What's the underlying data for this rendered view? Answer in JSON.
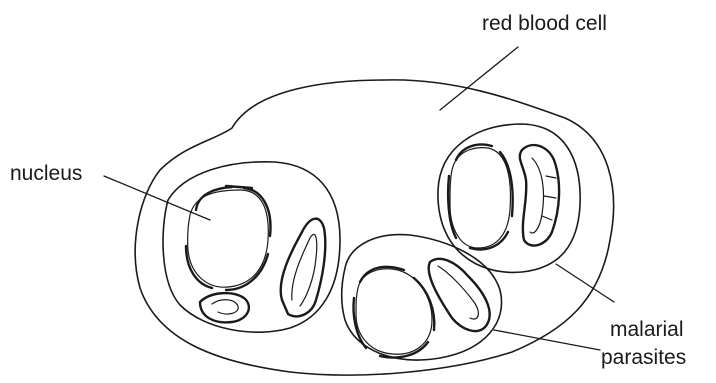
{
  "labels": {
    "red_blood_cell": "red blood cell",
    "nucleus": "nucleus",
    "malarial_line1": "malarial",
    "malarial_line2": "parasites"
  },
  "colors": {
    "ink": "#1a1a1a",
    "nucleus_fill": "#c9c9c9",
    "background": "#ffffff"
  }
}
